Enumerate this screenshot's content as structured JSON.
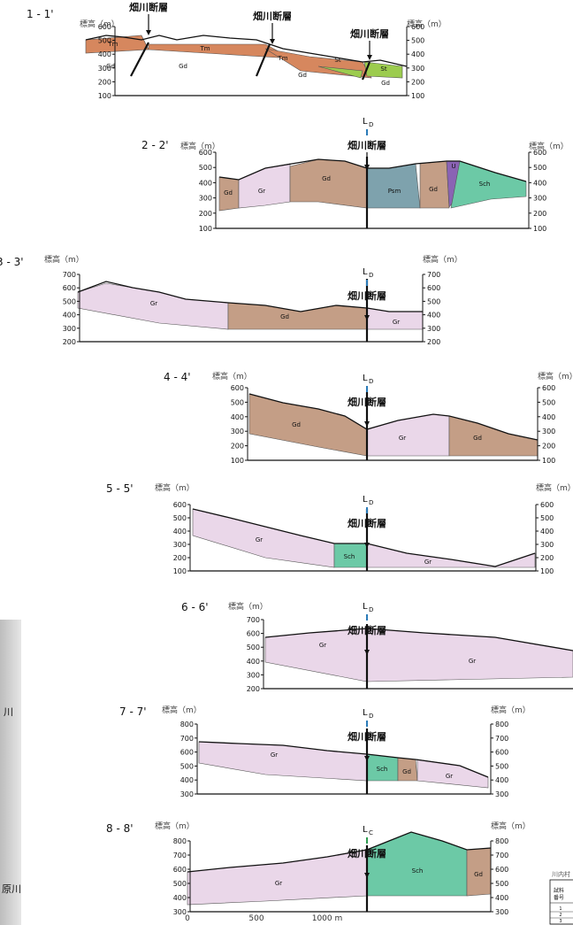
{
  "fault_name": "畑川断層",
  "axis_unit": "標高（m）",
  "colors": {
    "Gd": "#c49e86",
    "Gr": "#ead7e9",
    "Tm": "#d6875e",
    "Psm": "#7ea2ad",
    "Sch": "#6cc9a6",
    "St": "#9ccc4e",
    "U": "#8a63b4",
    "LD": "#2b7bb8",
    "LC": "#2e9c50"
  },
  "sections": [
    {
      "label": "1 - 1'",
      "ticks": [
        "600",
        "500",
        "400",
        "300",
        "200",
        "100"
      ],
      "right_axis": true,
      "units": [
        "Tm",
        "Gd",
        "Tm",
        "Gd",
        "Tm",
        "Gd",
        "St",
        "St",
        "Gd"
      ],
      "fault_labels": 3
    },
    {
      "label": "2 - 2'",
      "ticks": [
        "600",
        "500",
        "400",
        "300",
        "200",
        "100"
      ],
      "right_axis": true,
      "marker": "LD",
      "units": [
        "Gd",
        "Gr",
        "Gd",
        "Psm",
        "Gd",
        "U",
        "Sch"
      ]
    },
    {
      "label": "3 - 3'",
      "ticks": [
        "700",
        "600",
        "500",
        "400",
        "300",
        "200"
      ],
      "right_axis": true,
      "marker": "LD",
      "units": [
        "Gr",
        "Gd",
        "Gr"
      ]
    },
    {
      "label": "4 - 4'",
      "ticks": [
        "600",
        "500",
        "400",
        "300",
        "200",
        "100"
      ],
      "right_axis": true,
      "marker": "LD",
      "units": [
        "Gd",
        "Gr",
        "Gd"
      ]
    },
    {
      "label": "5 - 5'",
      "ticks": [
        "600",
        "500",
        "400",
        "300",
        "200",
        "100"
      ],
      "right_axis": true,
      "marker": "LD",
      "units": [
        "Gr",
        "Sch",
        "Gr"
      ]
    },
    {
      "label": "6 - 6'",
      "ticks": [
        "700",
        "600",
        "500",
        "400",
        "300",
        "200"
      ],
      "right_axis": false,
      "marker": "LD",
      "units": [
        "Gr",
        "Gr"
      ]
    },
    {
      "label": "7 - 7'",
      "ticks": [
        "800",
        "700",
        "600",
        "500",
        "400",
        "300"
      ],
      "right_axis": true,
      "marker": "LD",
      "units": [
        "Gr",
        "Sch",
        "Gd",
        "Gr"
      ]
    },
    {
      "label": "8 - 8'",
      "ticks": [
        "800",
        "700",
        "600",
        "500",
        "400",
        "300"
      ],
      "right_axis": true,
      "marker": "LC",
      "units": [
        "Gr",
        "Sch",
        "Gd"
      ]
    }
  ],
  "markers": {
    "LD": "L",
    "LD_sub": "D",
    "LC": "L",
    "LC_sub": "C"
  },
  "scale_bar": [
    "0",
    "500",
    "1000 m"
  ],
  "map_labels": [
    "川",
    "原川"
  ],
  "table": {
    "title": "川内村",
    "header": "試料番号",
    "rows": [
      "1",
      "2",
      "3"
    ]
  }
}
